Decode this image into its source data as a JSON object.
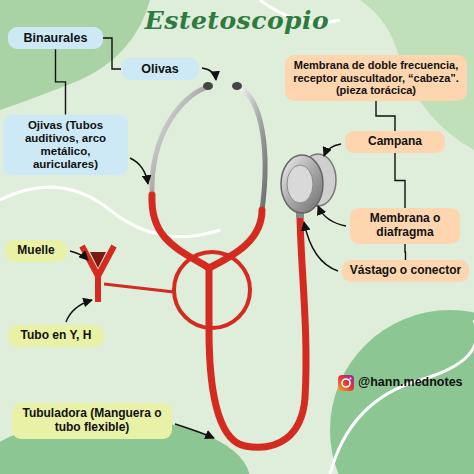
{
  "diagram": {
    "title": "Estetoscopio",
    "nodes": [
      {
        "text": [
          "Binaurales"
        ]
      },
      {
        "text": [
          "Olivas"
        ]
      },
      {
        "text": [
          "Ojivas (Tubos auditivos, arco metálico, auriculares)"
        ]
      },
      {
        "text": [
          "Membrana de doble frecuencia, receptor auscultador, “cabeza”. (pieza torácica)"
        ]
      },
      {
        "text": [
          "Campana"
        ]
      },
      {
        "text": [
          "Membrana o diafragma"
        ]
      },
      {
        "text": [
          "Vástago o conector"
        ]
      },
      {
        "text": [
          "Muelle"
        ]
      },
      {
        "text": [
          "Tubo en Y, H"
        ]
      },
      {
        "text": [
          "Tubuladora (Manguera o tubo flexible)"
        ]
      }
    ],
    "edges": [
      {
        "from": 0,
        "to": 1,
        "arrow": "none"
      },
      {
        "from": 0,
        "to": 2,
        "arrow": "none"
      },
      {
        "from": 3,
        "to": 4,
        "arrow": "none"
      },
      {
        "from": 4,
        "to": 5,
        "arrow": "none"
      },
      {
        "from": 5,
        "to": 6,
        "arrow": "none"
      }
    ],
    "labels": [
      "@hann.mednotes"
    ]
  }
}
